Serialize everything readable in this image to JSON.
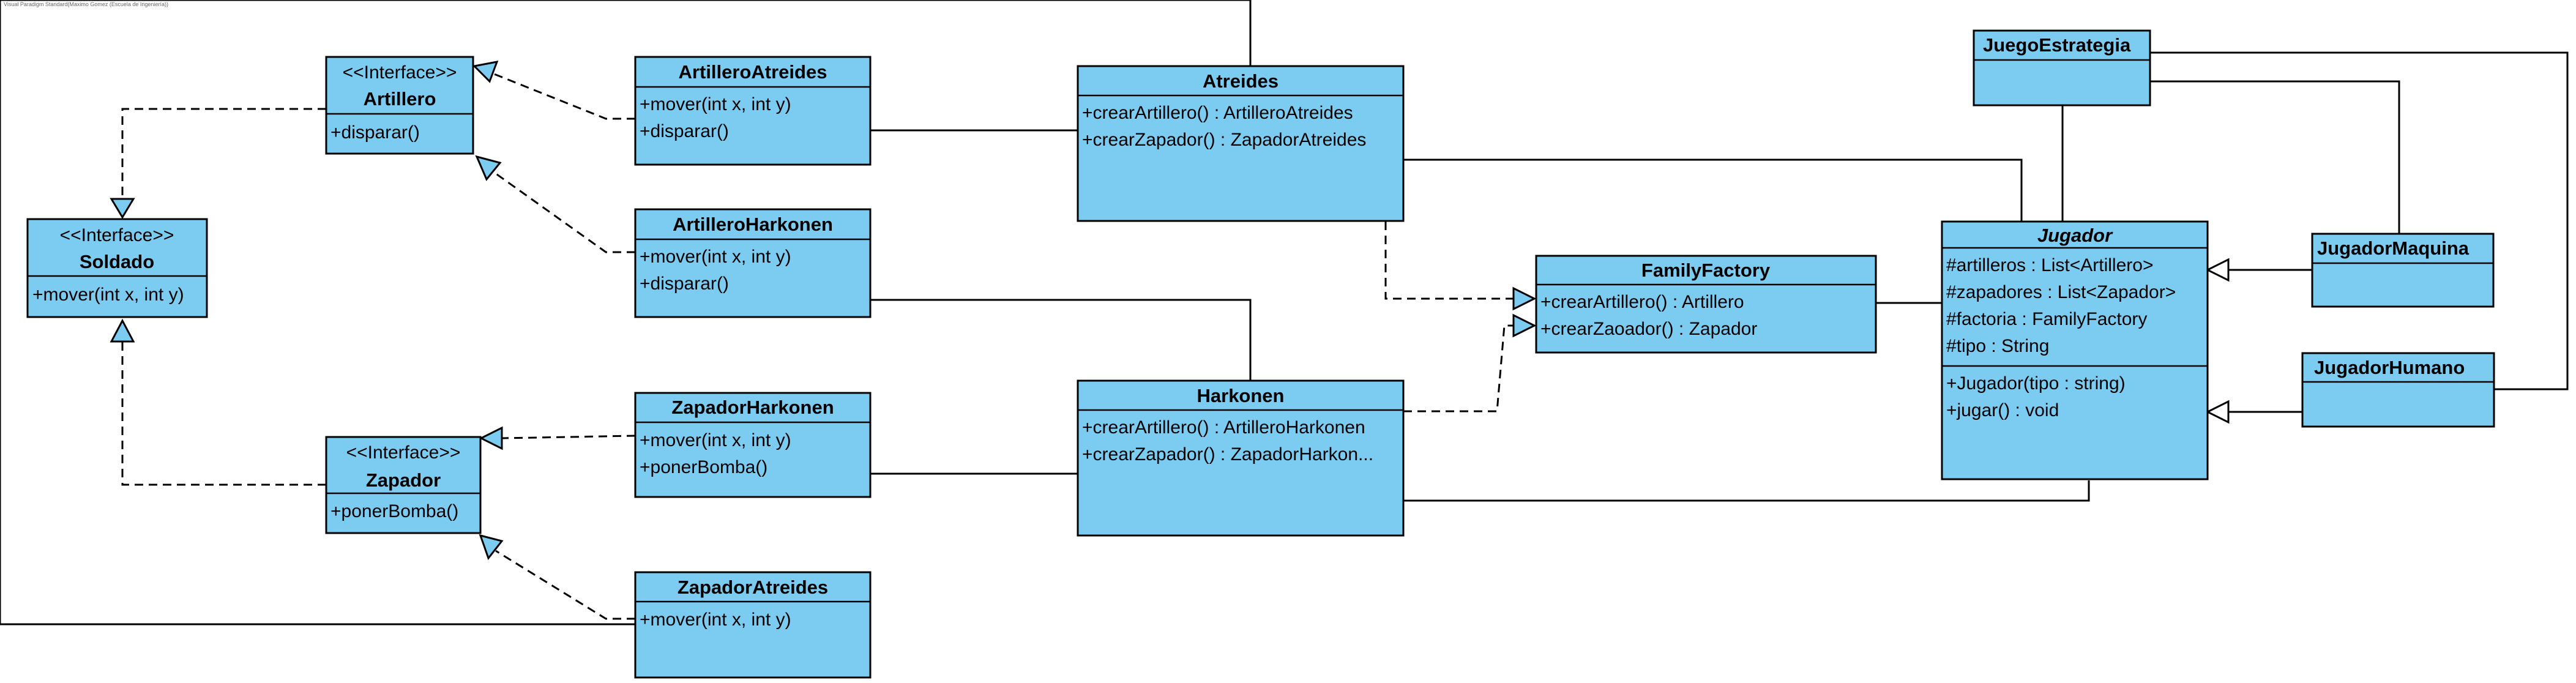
{
  "caption": "Visual Paradigm Standard(Maximo Gomez (Escuela de Ingeniería))",
  "classes": {
    "soldado": {
      "stereotype": "<<Interface>>",
      "name": "Soldado",
      "members": [
        "+mover(int x, int y)"
      ]
    },
    "artillero": {
      "stereotype": "<<Interface>>",
      "name": "Artillero",
      "members": [
        "+disparar()"
      ]
    },
    "zapador": {
      "stereotype": "<<Interface>>",
      "name": "Zapador",
      "members": [
        "+ponerBomba()"
      ]
    },
    "artilleroAtreides": {
      "name": "ArtilleroAtreides",
      "members": [
        "+mover(int x, int y)",
        "+disparar()"
      ]
    },
    "artilleroHarkonen": {
      "name": "ArtilleroHarkonen",
      "members": [
        "+mover(int x, int y)",
        "+disparar()"
      ]
    },
    "zapadorHarkonen": {
      "name": "ZapadorHarkonen",
      "members": [
        "+mover(int x, int y)",
        "+ponerBomba()"
      ]
    },
    "zapadorAtreides": {
      "name": "ZapadorAtreides",
      "members": [
        "+mover(int x, int y)"
      ]
    },
    "atreides": {
      "name": "Atreides",
      "members": [
        "+crearArtillero() : ArtilleroAtreides",
        "+crearZapador() : ZapadorAtreides"
      ]
    },
    "harkonen": {
      "name": "Harkonen",
      "members": [
        "+crearArtillero() : ArtilleroHarkonen",
        "+crearZapador() : ZapadorHarkon..."
      ]
    },
    "familyFactory": {
      "name": "FamilyFactory",
      "members": [
        "+crearArtillero() : Artillero",
        "+crearZaoador() : Zapador"
      ]
    },
    "juegoEstrategia": {
      "name": "JuegoEstrategia",
      "members": []
    },
    "jugador": {
      "name": "Jugador",
      "attributes": [
        "#artilleros : List<Artillero>",
        "#zapadores : List<Zapador>",
        "#factoria : FamilyFactory",
        "#tipo : String"
      ],
      "members": [
        "+Jugador(tipo : string)",
        "+jugar() : void"
      ]
    },
    "jugadorMaquina": {
      "name": "JugadorMaquina",
      "members": []
    },
    "jugadorHumano": {
      "name": "JugadorHumano",
      "members": []
    }
  },
  "colors": {
    "class_fill": "#7cccf2",
    "line": "#000000",
    "background": "#ffffff"
  }
}
